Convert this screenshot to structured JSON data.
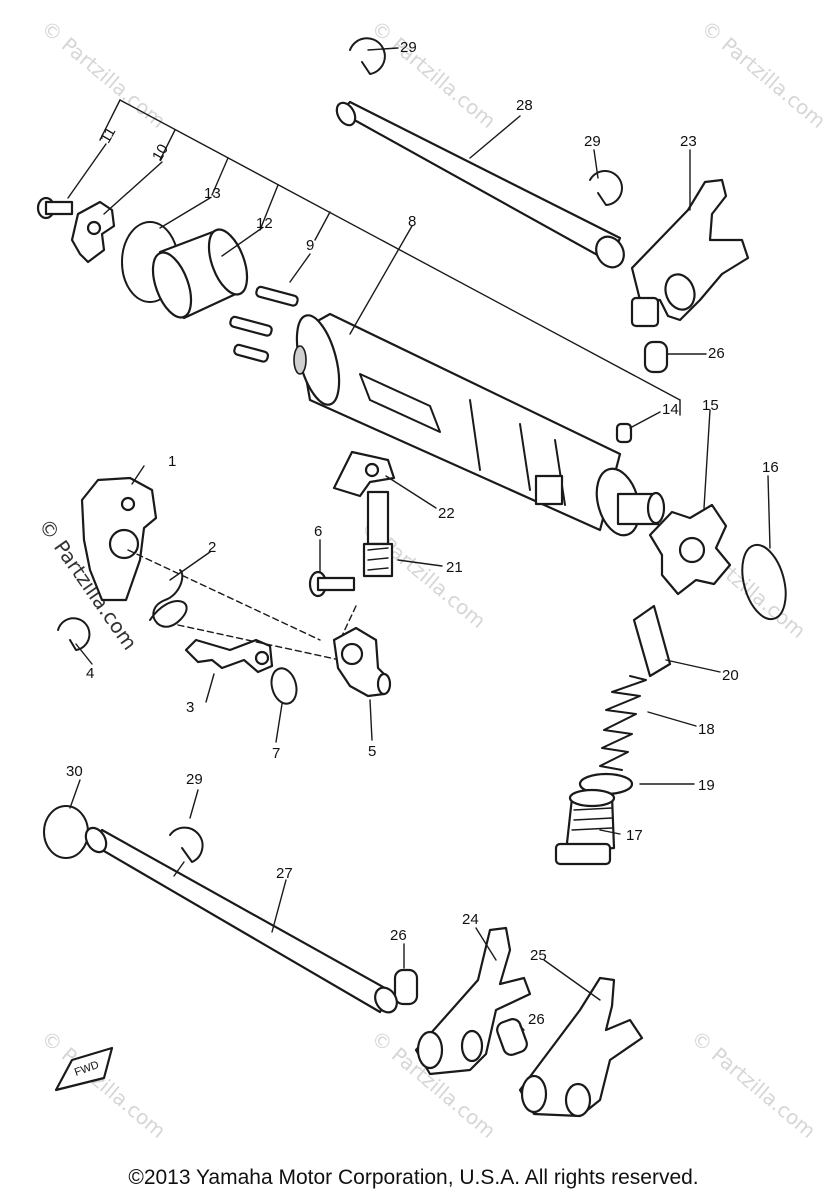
{
  "watermark": "© Partzilla.com",
  "copyright": "©2013 Yamaha Motor Corporation, U.S.A. All rights reserved.",
  "fwd_label": "FWD",
  "callouts": [
    "1",
    "2",
    "3",
    "4",
    "5",
    "6",
    "7",
    "8",
    "9",
    "10",
    "11",
    "12",
    "13",
    "14",
    "15",
    "16",
    "17",
    "18",
    "19",
    "20",
    "21",
    "22",
    "23",
    "24",
    "25",
    "26",
    "26",
    "26",
    "27",
    "28",
    "29",
    "29",
    "29",
    "30"
  ]
}
